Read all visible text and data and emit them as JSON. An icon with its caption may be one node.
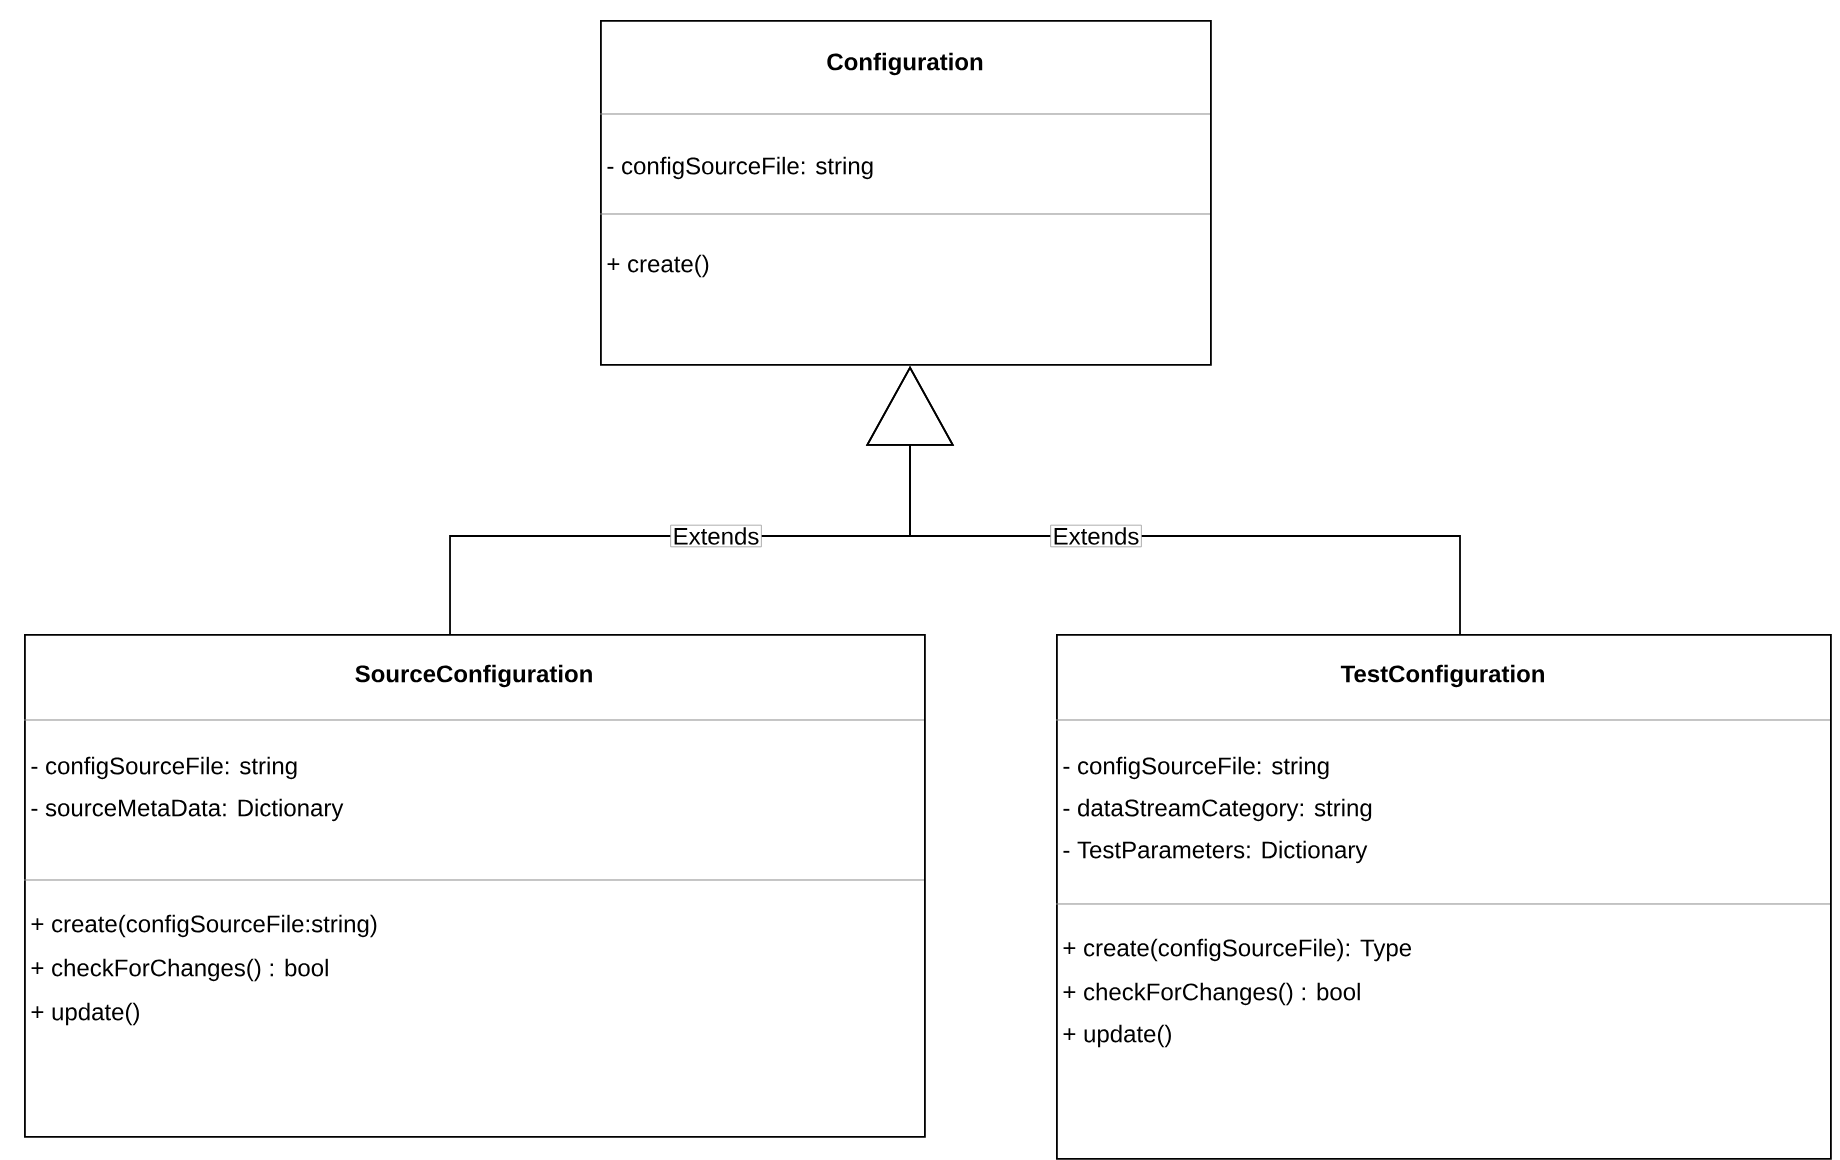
{
  "diagram": {
    "nodes": [
      {
        "text": [
          "Configuration",
          "- configSourceFile: string",
          "+ create()"
        ]
      },
      {
        "text": [
          "SourceConfiguration",
          "- configSourceFile: string",
          "- sourceMetaData: Dictionary",
          "+ create(configSourceFile:string)",
          "+ checkForChanges() : bool",
          "+ update()"
        ]
      },
      {
        "text": [
          "TestConfiguration",
          "- configSourceFile: string",
          "- dataStreamCategory: string",
          "- TestParameters: Dictionary",
          "+ create(configSourceFile): Type",
          "+ checkForChanges() : bool",
          "+ update()"
        ]
      }
    ],
    "edges": [
      {
        "from": 1,
        "to": 0,
        "arrow": "to",
        "label": "Extends"
      },
      {
        "from": 2,
        "to": 0,
        "arrow": "to",
        "label": "Extends"
      }
    ]
  }
}
